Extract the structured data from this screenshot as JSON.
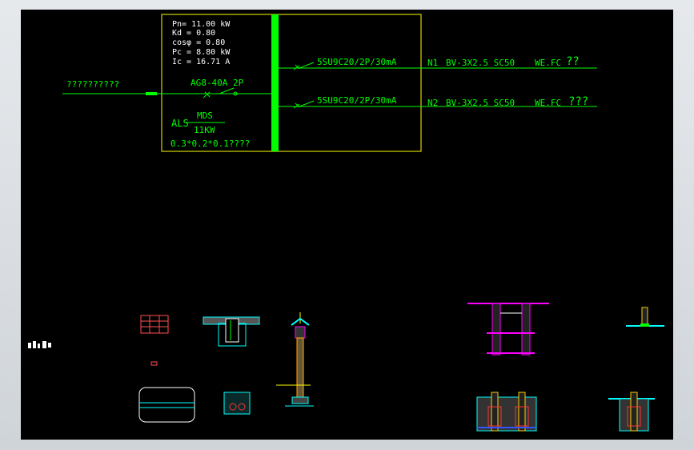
{
  "panel": {
    "params": [
      "Pn= 11.00 kW",
      "Kd = 0.80",
      "cosφ = 0.80",
      "Pc = 8.80 kW",
      "Ic = 16.71 A"
    ],
    "incoming_label": "??????????",
    "main_breaker": "AG8-40A  2P",
    "als_label": "ALS",
    "mds_label": "MDS",
    "power_label": "11KW",
    "dimensions": "0.3*0.2*0.1????"
  },
  "circuits": [
    {
      "breaker": "5SU9C20/2P/30mA",
      "id": "N1",
      "cable": "BV-3X2.5 SC50",
      "route": "WE.FC",
      "note": "??"
    },
    {
      "breaker": "5SU9C20/2P/30mA",
      "id": "N2",
      "cable": "BV-3X2.5 SC50",
      "route": "WE.FC",
      "note": "???"
    }
  ],
  "colors": {
    "background": "#000000",
    "frame": "#d9dde2",
    "yellow": "#ffff00",
    "green": "#00ff00",
    "white": "#ffffff",
    "cyan": "#00ffff",
    "magenta": "#ff00ff",
    "red": "#ff3333",
    "orange": "#ff8000"
  }
}
